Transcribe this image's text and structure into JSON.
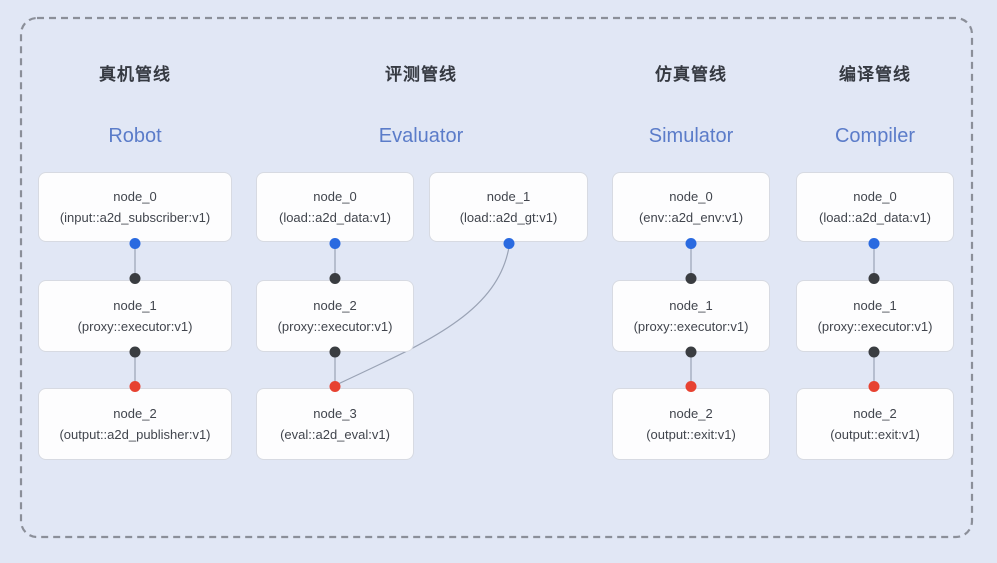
{
  "diagram": {
    "pipelines": [
      {
        "title_zh": "真机管线",
        "title_en": "Robot",
        "nodes": [
          {
            "name": "node_0",
            "type": "(input::a2d_subscriber:v1)"
          },
          {
            "name": "node_1",
            "type": "(proxy::executor:v1)"
          },
          {
            "name": "node_2",
            "type": "(output::a2d_publisher:v1)"
          }
        ]
      },
      {
        "title_zh": "评测管线",
        "title_en": "Evaluator",
        "nodes": [
          {
            "name": "node_0",
            "type": "(load::a2d_data:v1)"
          },
          {
            "name": "node_1",
            "type": "(load::a2d_gt:v1)"
          },
          {
            "name": "node_2",
            "type": "(proxy::executor:v1)"
          },
          {
            "name": "node_3",
            "type": "(eval::a2d_eval:v1)"
          }
        ]
      },
      {
        "title_zh": "仿真管线",
        "title_en": "Simulator",
        "nodes": [
          {
            "name": "node_0",
            "type": "(env::a2d_env:v1)"
          },
          {
            "name": "node_1",
            "type": "(proxy::executor:v1)"
          },
          {
            "name": "node_2",
            "type": "(output::exit:v1)"
          }
        ]
      },
      {
        "title_zh": "编译管线",
        "title_en": "Compiler",
        "nodes": [
          {
            "name": "node_0",
            "type": "(load::a2d_data:v1)"
          },
          {
            "name": "node_1",
            "type": "(proxy::executor:v1)"
          },
          {
            "name": "node_2",
            "type": "(output::exit:v1)"
          }
        ]
      }
    ],
    "colors": {
      "background": "#e1e7f5",
      "port_blue": "#2a6ae0",
      "port_black": "#3a3d41",
      "port_red": "#e74231",
      "edge": "#9aa3b5",
      "subtitle_blue": "#5b7cc9",
      "border_dash": "#8b8f99",
      "title_dark": "#363a42",
      "node_text": "#41454d",
      "node_fill": "#fdfdfe",
      "node_border": "#d7dae2"
    }
  }
}
